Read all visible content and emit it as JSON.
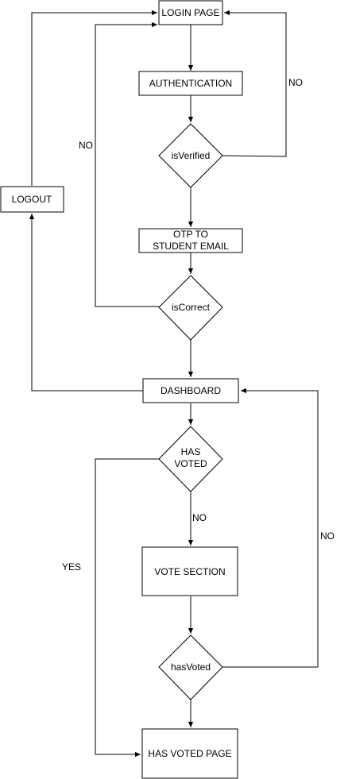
{
  "nodes": {
    "login_page": "LOGIN PAGE",
    "authentication": "AUTHENTICATION",
    "is_verified": "isVerified",
    "otp_line1": "OTP TO",
    "otp_line2": "STUDENT EMAIL",
    "is_correct": "isCorrect",
    "dashboard": "DASHBOARD",
    "has_voted_q_line1": "HAS",
    "has_voted_q_line2": "VOTED",
    "vote_section": "VOTE SECTION",
    "has_voted_check": "hasVoted",
    "has_voted_page": "HAS VOTED PAGE",
    "logout": "LOGOUT"
  },
  "edge_labels": {
    "is_verified_no": "NO",
    "is_correct_no": "NO",
    "has_voted_no": "NO",
    "has_voted_yes": "YES",
    "has_voted_check_no": "NO"
  },
  "colors": {
    "stroke": "#000000",
    "fill": "#ffffff",
    "text": "#000000"
  }
}
